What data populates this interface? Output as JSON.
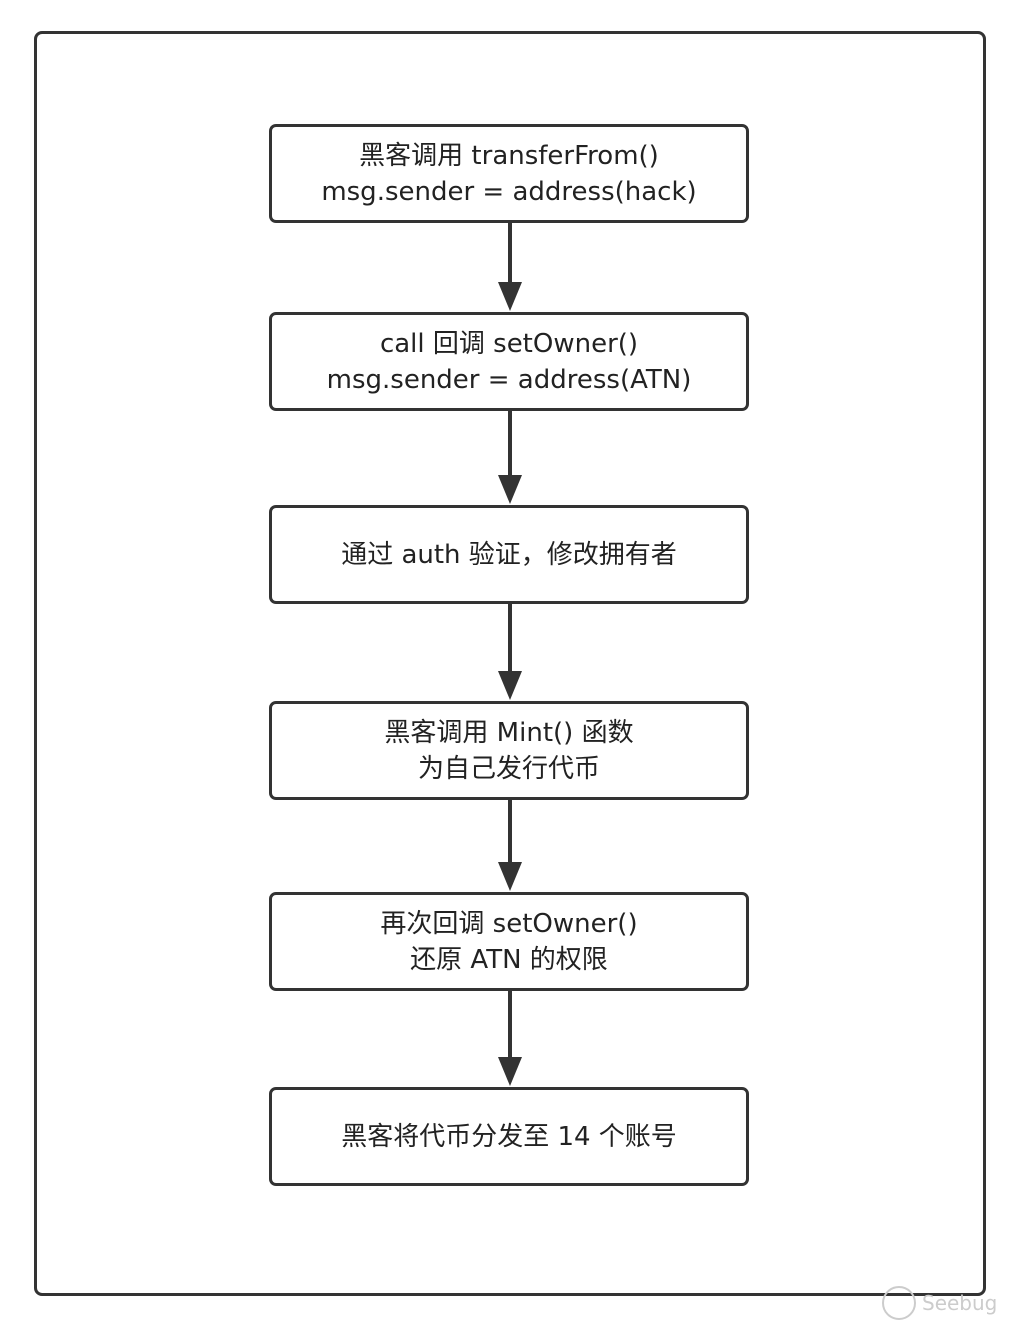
{
  "steps": [
    {
      "line1": "黑客调用 transferFrom()",
      "line2": "msg.sender = address(hack)"
    },
    {
      "line1": "call 回调 setOwner()",
      "line2": "msg.sender = address(ATN)"
    },
    {
      "line1": "通过 auth 验证，修改拥有者",
      "line2": ""
    },
    {
      "line1": "黑客调用 Mint() 函数",
      "line2": "为自己发行代币"
    },
    {
      "line1": "再次回调 setOwner()",
      "line2": "还原 ATN 的权限"
    },
    {
      "line1": "黑客将代币分发至 14 个账号",
      "line2": ""
    }
  ],
  "watermark": "Seebug",
  "colors": {
    "stroke": "#333333"
  }
}
